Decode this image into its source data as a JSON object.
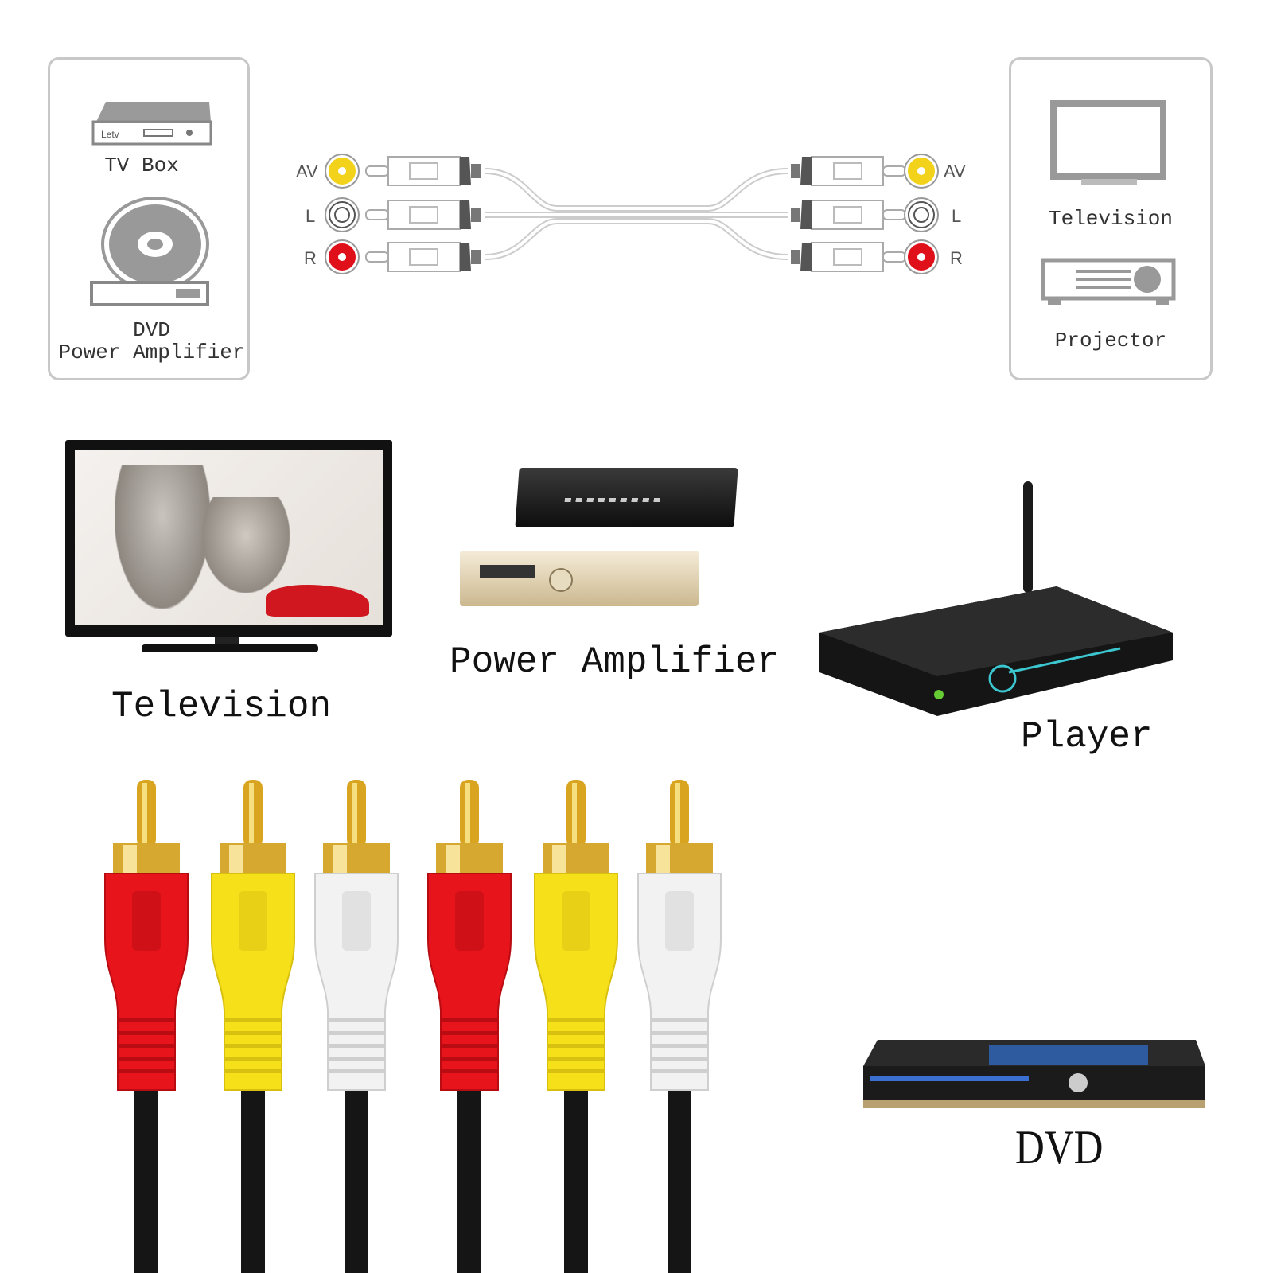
{
  "left_box": {
    "tv_box_brand": "Letv",
    "tv_box_label": "TV Box",
    "dvd_label": "DVD",
    "amp_label": "Power Amplifier"
  },
  "right_box": {
    "television_label": "Television",
    "projector_label": "Projector"
  },
  "connectors": {
    "left": [
      {
        "label": "AV",
        "color": "#f2d21b"
      },
      {
        "label": "L",
        "color": "#ffffff"
      },
      {
        "label": "R",
        "color": "#e0101a"
      }
    ],
    "right": [
      {
        "label": "AV",
        "color": "#f2d21b"
      },
      {
        "label": "L",
        "color": "#ffffff"
      },
      {
        "label": "R",
        "color": "#e0101a"
      }
    ]
  },
  "devices": {
    "television": "Television",
    "power_amplifier": "Power Amplifier",
    "player": "Player",
    "dvd": "DVD"
  },
  "plugs": [
    "#e8141c",
    "#f6e01a",
    "#f2f2f2",
    "#e8141c",
    "#f6e01a",
    "#f2f2f2"
  ]
}
